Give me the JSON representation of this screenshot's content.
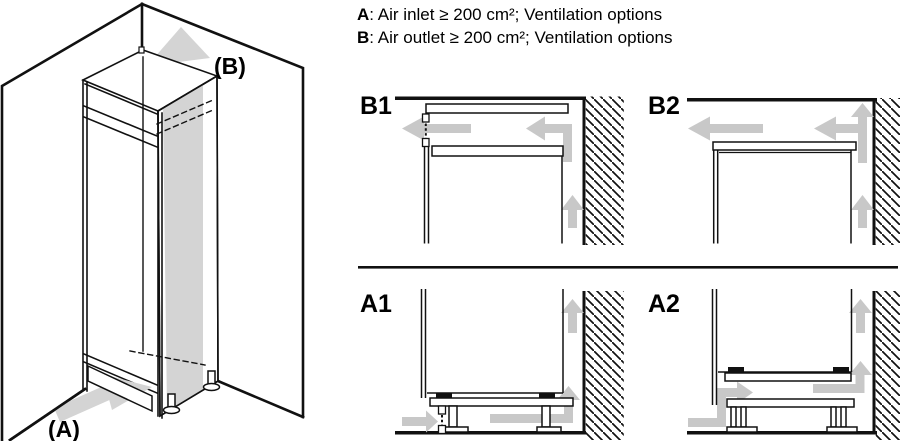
{
  "title": "Built-in appliance ventilation diagram",
  "legend": {
    "line1": {
      "key": "A",
      "text": ": Air inlet ≥ 200 cm²; Ventilation options"
    },
    "line2": {
      "key": "B",
      "text": ": Air outlet ≥ 200 cm²; Ventilation options"
    }
  },
  "iso": {
    "inlet_label": "(A)",
    "outlet_label": "(B)",
    "description": "Tall housing cabinet in a room corner with air entering at the plinth (A) and exiting above the cabinet (B)"
  },
  "diagrams": {
    "b1": {
      "label": "B1",
      "airflow": [
        "up-behind-cabinet",
        "turn-left-under-ceiling",
        "out-through-front-grille"
      ]
    },
    "b2": {
      "label": "B2",
      "airflow": [
        "up-behind-cabinet",
        "turn-left-at-ceiling",
        "out-above-cabinet-front"
      ]
    },
    "a1": {
      "label": "A1",
      "airflow": [
        "in-through-front-plinth-grille",
        "right-under-base",
        "up-behind-cabinet"
      ]
    },
    "a2": {
      "label": "A2",
      "airflow": [
        "in-under-door-gap",
        "over-recessed-plinth",
        "up-behind-cabinet"
      ]
    }
  },
  "colors": {
    "line": "#111111",
    "arrow_gray": "#c8c8c8",
    "iso_gray": "#d4d4d4",
    "background": "#ffffff"
  }
}
